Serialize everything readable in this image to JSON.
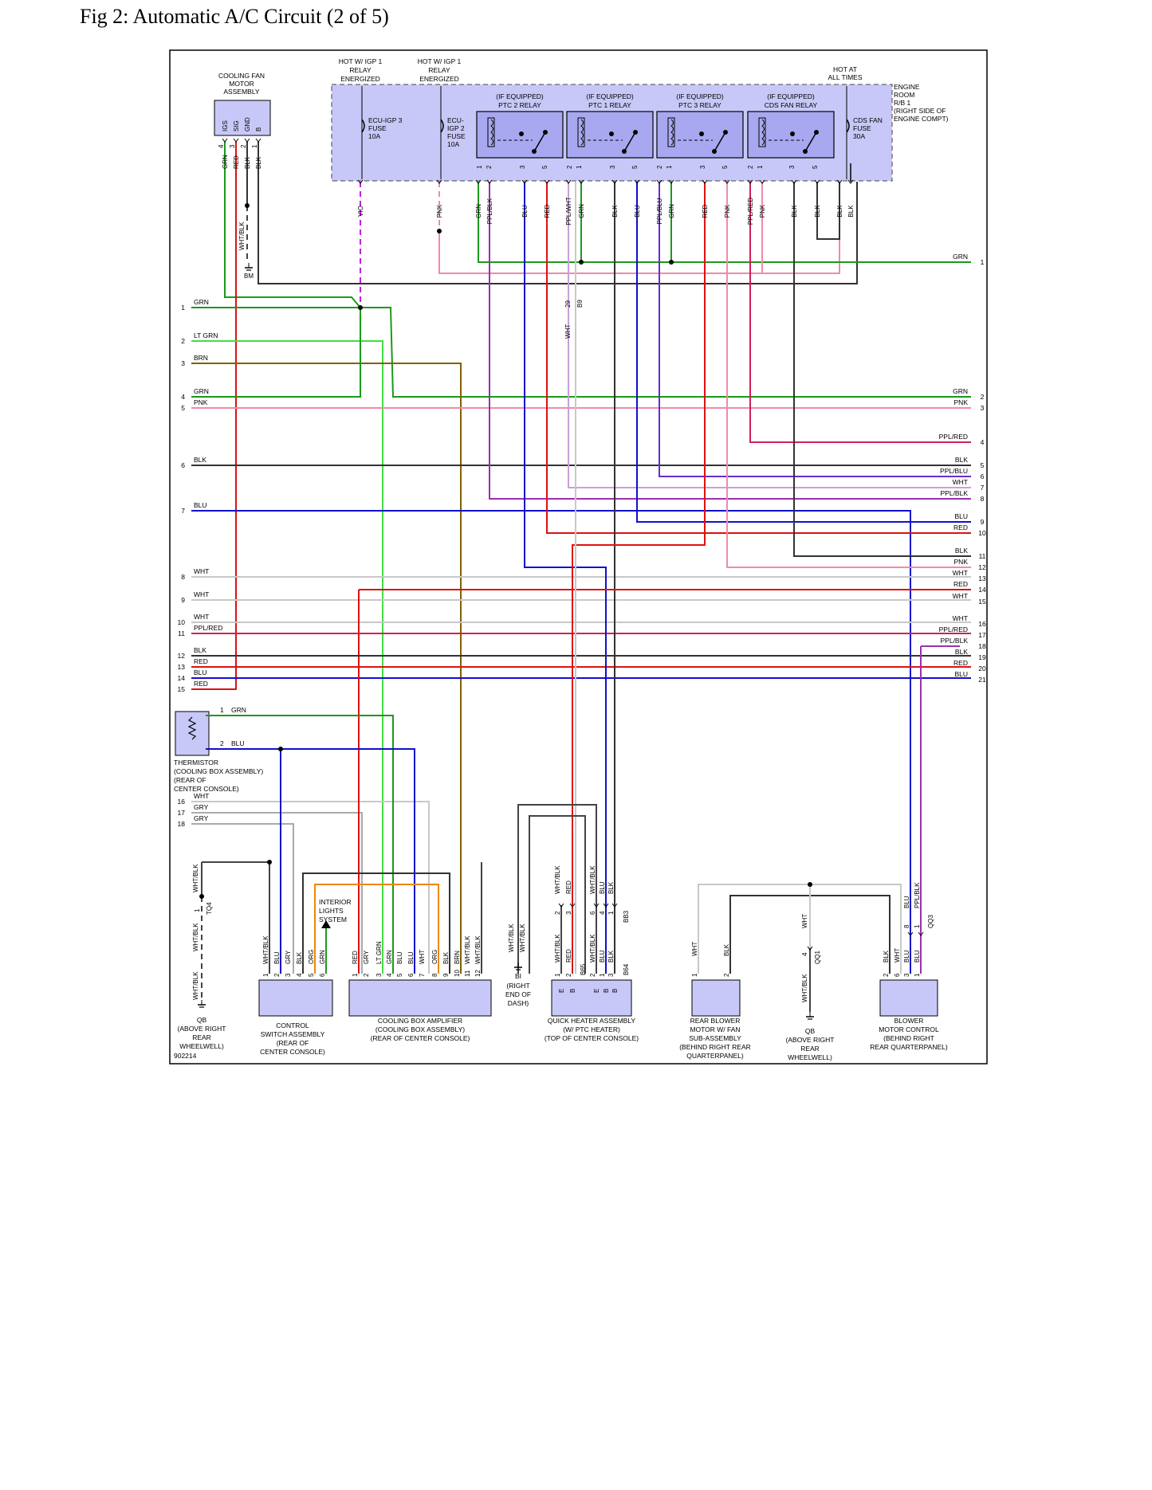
{
  "title": "Fig 2: Automatic A/C Circuit (2 of 5)",
  "diagram_id": "902214",
  "colors": {
    "GRN": "#1a9a1a",
    "LT GRN": "#44dd44",
    "BRN": "#806000",
    "PNK": "#f08aa8",
    "BLK": "#333333",
    "BLU": "#1010cc",
    "WHT": "#c8c8c8",
    "PPL/RED": "#d0205a",
    "RED": "#dd1111",
    "PPL/BLU": "#6a2ad0",
    "PPL/BLK": "#9a30b0",
    "GRY": "#aaaaaa",
    "VIO": "#c020e0",
    "ORG": "#ee8800",
    "WHT/BLK": "#444444",
    "PPL/WHT": "#c8a0d8",
    "box": "#c8c8f8",
    "relay": "#a8a8f0"
  },
  "hot_labels": {
    "igp1_a": [
      "HOT W/ IGP 1",
      "RELAY",
      "ENERGIZED"
    ],
    "igp1_b": [
      "HOT W/ IGP 1",
      "RELAY",
      "ENERGIZED"
    ],
    "at_all_times": [
      "HOT AT",
      "ALL TIMES"
    ]
  },
  "engine_rb": [
    "ENGINE",
    "ROOM",
    "R/B 1",
    "(RIGHT SIDE OF",
    "ENGINE COMPT)"
  ],
  "fuses": {
    "igp3": [
      "ECU-IGP 3",
      "FUSE",
      "10A"
    ],
    "igp2": [
      "ECU-",
      "IGP 2",
      "FUSE",
      "10A"
    ],
    "cds": [
      "CDS FAN",
      "FUSE",
      "30A"
    ]
  },
  "relays": [
    [
      "(IF EQUIPPED)",
      "PTC 2 RELAY"
    ],
    [
      "(IF EQUIPPED)",
      "PTC 1 RELAY"
    ],
    [
      "(IF EQUIPPED)",
      "PTC 3 RELAY"
    ],
    [
      "(IF EQUIPPED)",
      "CDS FAN RELAY"
    ]
  ],
  "cooling_fan": {
    "name": [
      "COOLING FAN",
      "MOTOR",
      "ASSEMBLY"
    ],
    "pins": [
      "IGS",
      "SIG",
      "GND",
      "B"
    ],
    "pin_nums": [
      "4",
      "3",
      "2",
      "1"
    ],
    "wires": [
      "GRN",
      "RED",
      "BLK",
      "BLK"
    ],
    "drop_wire": "WHT/BLK",
    "ground": "BM"
  },
  "connector_b9": {
    "pin": "29",
    "name": "B9",
    "wire": "WHT"
  },
  "left_bus": [
    {
      "n": "1",
      "c": "GRN"
    },
    {
      "n": "2",
      "c": "LT GRN"
    },
    {
      "n": "3",
      "c": "BRN"
    },
    {
      "n": "4",
      "c": "GRN"
    },
    {
      "n": "5",
      "c": "PNK"
    },
    {
      "n": "6",
      "c": "BLK"
    },
    {
      "n": "7",
      "c": "BLU"
    },
    {
      "n": "8",
      "c": "WHT"
    },
    {
      "n": "9",
      "c": "WHT"
    },
    {
      "n": "10",
      "c": "WHT"
    },
    {
      "n": "11",
      "c": "PPL/RED"
    },
    {
      "n": "12",
      "c": "BLK"
    },
    {
      "n": "13",
      "c": "RED"
    },
    {
      "n": "14",
      "c": "BLU"
    },
    {
      "n": "15",
      "c": "RED"
    },
    {
      "n": "16",
      "c": "WHT"
    },
    {
      "n": "17",
      "c": "GRY"
    },
    {
      "n": "18",
      "c": "GRY"
    }
  ],
  "right_bus": [
    {
      "n": "1",
      "c": "GRN"
    },
    {
      "n": "2",
      "c": "GRN"
    },
    {
      "n": "3",
      "c": "PNK"
    },
    {
      "n": "4",
      "c": "PPL/RED"
    },
    {
      "n": "5",
      "c": "BLK"
    },
    {
      "n": "6",
      "c": "PPL/BLU"
    },
    {
      "n": "7",
      "c": "WHT"
    },
    {
      "n": "8",
      "c": "PPL/BLK"
    },
    {
      "n": "9",
      "c": "BLU"
    },
    {
      "n": "10",
      "c": "RED"
    },
    {
      "n": "11",
      "c": "BLK"
    },
    {
      "n": "12",
      "c": "PNK"
    },
    {
      "n": "13",
      "c": "WHT"
    },
    {
      "n": "14",
      "c": "RED"
    },
    {
      "n": "15",
      "c": "WHT"
    },
    {
      "n": "16",
      "c": "WHT"
    },
    {
      "n": "17",
      "c": "PPL/RED"
    },
    {
      "n": "18",
      "c": "PPL/BLK"
    },
    {
      "n": "19",
      "c": "BLK"
    },
    {
      "n": "20",
      "c": "RED"
    },
    {
      "n": "21",
      "c": "BLU"
    }
  ],
  "rb_outputs": [
    "VIO",
    "PNK",
    "GRN",
    "PPL/BLK",
    "BLU",
    "RED",
    "PPL/WHT",
    "GRN",
    "BLK",
    "BLU",
    "PPL/BLU",
    "GRN",
    "RED",
    "PNK",
    "PPL/RED",
    "PNK",
    "BLK",
    "BLK",
    "BLK",
    "BLK"
  ],
  "thermistor": {
    "name": [
      "THERMISTOR",
      "(COOLING BOX ASSEMBLY)",
      "(REAR OF",
      "CENTER CONSOLE)"
    ],
    "pins": [
      {
        "n": "1",
        "c": "GRN"
      },
      {
        "n": "2",
        "c": "BLU"
      }
    ]
  },
  "interior_lights": [
    "INTERIOR",
    "LIGHTS",
    "SYSTEM"
  ],
  "tq4": {
    "name": "TQ4",
    "pin": "1",
    "wire": "WHT/BLK"
  },
  "control_switch": {
    "name": [
      "CONTROL",
      "SWITCH ASSEMBLY",
      "(REAR OF",
      "CENTER CONSOLE)"
    ],
    "pins": [
      {
        "n": "1",
        "c": "WHT/BLK"
      },
      {
        "n": "2",
        "c": "BLU"
      },
      {
        "n": "3",
        "c": "GRY"
      },
      {
        "n": "4",
        "c": "BLK"
      },
      {
        "n": "5",
        "c": "ORG"
      },
      {
        "n": "6",
        "c": "GRN"
      }
    ]
  },
  "amplifier": {
    "name": [
      "COOLING BOX AMPLIFIER",
      "(COOLING BOX ASSEMBLY)",
      "(REAR OF CENTER CONSOLE)"
    ],
    "pins": [
      {
        "n": "1",
        "c": "RED"
      },
      {
        "n": "2",
        "c": "GRY"
      },
      {
        "n": "3",
        "c": "LT GRN"
      },
      {
        "n": "4",
        "c": "GRN"
      },
      {
        "n": "5",
        "c": "BLU"
      },
      {
        "n": "6",
        "c": "BLU"
      },
      {
        "n": "7",
        "c": "WHT"
      },
      {
        "n": "8",
        "c": "ORG"
      },
      {
        "n": "9",
        "c": "BLK"
      },
      {
        "n": "10",
        "c": "BRN"
      },
      {
        "n": "11",
        "c": "WHT/BLK"
      },
      {
        "n": "12",
        "c": "WHT/BLK"
      }
    ]
  },
  "bi_ground": {
    "name": "BI",
    "loc": [
      "(RIGHT",
      "END OF",
      "DASH)"
    ],
    "wires": [
      "WHT/BLK",
      "WHT/BLK"
    ]
  },
  "heater": {
    "name": [
      "QUICK HEATER ASSEMBLY",
      "(W/ PTC HEATER)",
      "(TOP OF CENTER CONSOLE)"
    ],
    "top_pins": [
      {
        "n": "2",
        "c": "WHT/BLK"
      },
      {
        "n": "3",
        "c": "RED"
      },
      {
        "n": "6",
        "c": "WHT/BLK"
      },
      {
        "n": "4",
        "c": "BLU"
      },
      {
        "n": "1",
        "c": "BLK"
      }
    ],
    "top_conn": "BB3",
    "bottom_pins": [
      {
        "n": "1",
        "c": "WHT/BLK"
      },
      {
        "n": "2",
        "c": "RED"
      },
      {
        "n": "2",
        "c": "WHT/BLK"
      },
      {
        "n": "1",
        "c": "BLU"
      },
      {
        "n": "3",
        "c": "BLK"
      }
    ],
    "bottom_conns": [
      "B65",
      "B64"
    ],
    "inner": [
      "E",
      "B",
      "E",
      "B",
      "B"
    ]
  },
  "rear_blower": {
    "name": [
      "REAR BLOWER",
      "MOTOR W/ FAN",
      "SUB-ASSEMBLY",
      "(BEHIND RIGHT REAR",
      "QUARTERPANEL)"
    ],
    "pins": [
      {
        "n": "1",
        "c": "WHT"
      },
      {
        "n": "2",
        "c": "BLK"
      }
    ]
  },
  "qq1": {
    "name": "QQ1",
    "pin": "4",
    "wires": [
      "WHT",
      "WHT/BLK"
    ]
  },
  "qb_right": {
    "name": "QB",
    "loc": [
      "(ABOVE RIGHT",
      "REAR",
      "WHEELWELL)"
    ]
  },
  "qb_left": {
    "name": "QB",
    "loc": [
      "(ABOVE RIGHT",
      "REAR",
      "WHEELWELL)"
    ],
    "wire": "WHT/BLK"
  },
  "blower_control": {
    "name": [
      "BLOWER",
      "MOTOR CONTROL",
      "(BEHIND RIGHT",
      "REAR QUARTERPANEL)"
    ],
    "pins": [
      {
        "n": "2",
        "c": "BLK"
      },
      {
        "n": "6",
        "c": "WHT"
      },
      {
        "n": "3",
        "c": "BLU"
      },
      {
        "n": "1",
        "c": "BLU"
      }
    ],
    "top_pins": [
      {
        "n": "8",
        "c": "BLU"
      },
      {
        "n": "1",
        "c": "PPL/BLK"
      }
    ],
    "top_conn": "QQ3"
  }
}
